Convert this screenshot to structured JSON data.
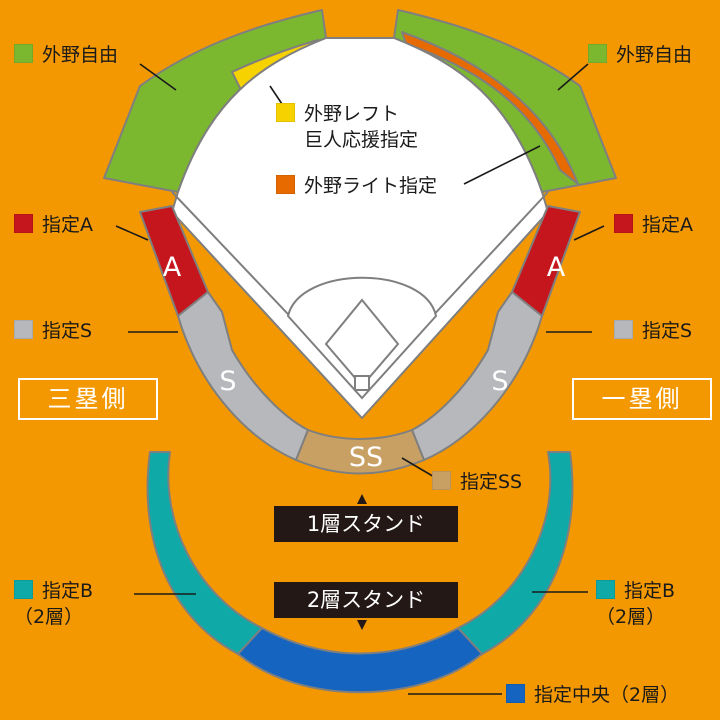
{
  "colors": {
    "background": "#f39800",
    "outfield_free": "#7cb82f",
    "left_giants": "#f5d200",
    "right_outfield": "#e66a00",
    "designated_a": "#c4161c",
    "designated_s": "#b7b8bc",
    "designated_ss": "#c9a063",
    "designated_b": "#0fa9a8",
    "designated_center": "#1565c0",
    "outline": "#7f7f7f",
    "field": "#ffffff",
    "tier_label_bg": "#231815"
  },
  "labels": {
    "outfield_free_left": "外野自由",
    "outfield_free_right": "外野自由",
    "left_giants_line1": "外野レフト",
    "left_giants_line2": "巨人応援指定",
    "right_outfield": "外野ライト指定",
    "designated_a_left": "指定A",
    "designated_a_right": "指定A",
    "designated_s_left": "指定S",
    "designated_s_right": "指定S",
    "third_base_side": "三塁側",
    "first_base_side": "一塁側",
    "designated_ss": "指定SS",
    "tier1": "1層スタンド",
    "tier2": "2層スタンド",
    "designated_b_left_line1": "指定B",
    "designated_b_left_line2": "（2層）",
    "designated_b_right_line1": "指定B",
    "designated_b_right_line2": "（2層）",
    "designated_center": "指定中央（2層）"
  },
  "section_marks": {
    "a_left": "A",
    "a_right": "A",
    "s_left": "S",
    "s_right": "S",
    "ss": "SS"
  }
}
